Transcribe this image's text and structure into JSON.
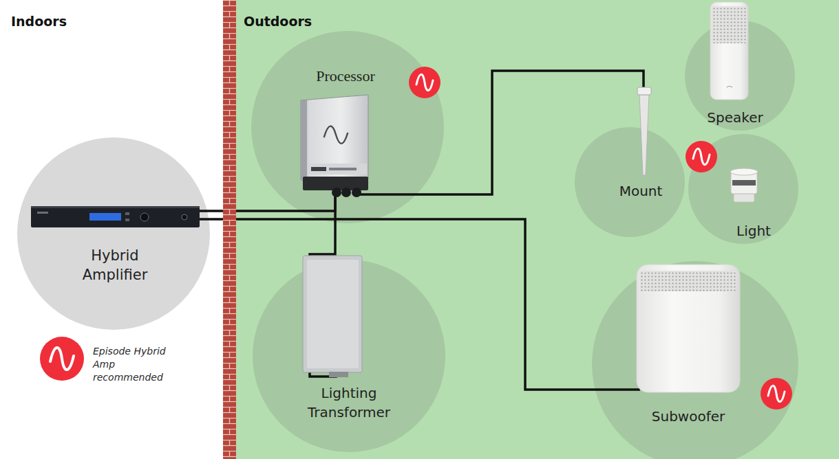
{
  "diagram": {
    "nodes": [
      {
        "text": [
          "Hybrid Amplifier"
        ]
      },
      {
        "text": [
          "Outdoors"
        ]
      },
      {
        "text": [
          "Processor"
        ],
        "in": 1
      },
      {
        "text": [
          "Lighting Transformer"
        ],
        "in": 1
      },
      {
        "text": [
          "Speaker"
        ],
        "in": 1
      },
      {
        "text": [
          "Mount"
        ],
        "in": 1
      },
      {
        "text": [
          "Light"
        ],
        "in": 1
      },
      {
        "text": [
          "Subwoofer"
        ],
        "in": 1
      }
    ],
    "edges": [
      {
        "from": 0,
        "to": 2,
        "arrow": "none"
      },
      {
        "from": 0,
        "to": 7,
        "arrow": "none"
      },
      {
        "from": 2,
        "to": 5,
        "arrow": "none"
      },
      {
        "from": 2,
        "to": 3,
        "arrow": "none"
      }
    ],
    "labels": [
      "Indoors"
    ],
    "legend": [
      {
        "text": "Episode Hybrid Amp recommended",
        "color": "#ef2e3a"
      }
    ]
  }
}
